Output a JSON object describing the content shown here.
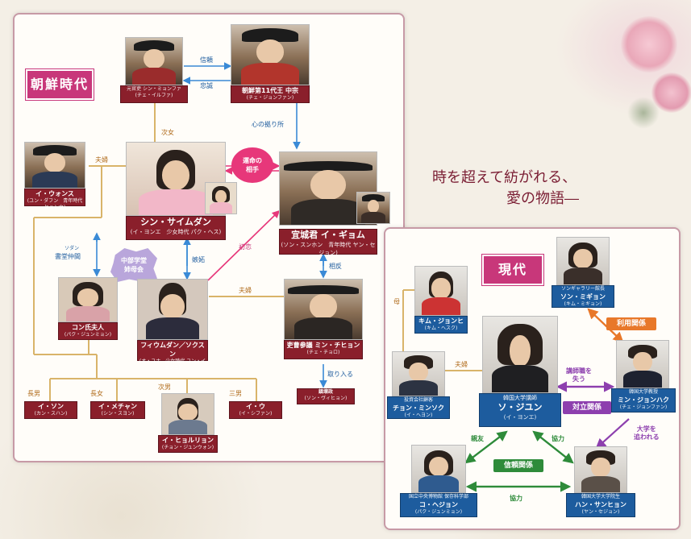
{
  "tagline": {
    "line1": "時を超えて紡がれる、",
    "line2": "愛の物語―"
  },
  "joseon": {
    "label": "朝鮮時代",
    "chars": {
      "shin_myonghwa": {
        "sub": "元官吏 シン・ミョンファ",
        "name": "(チェ・イルファ)"
      },
      "jungjong": {
        "sub": "朝鮮第11代王 中宗",
        "name": "(チェ・ジョンファン)"
      },
      "i_wonsu": {
        "name": "イ・ウォンス",
        "sub": "(ユン・ダフン　青年時代 ヒョンウ)"
      },
      "saimdang": {
        "name": "シン・サイムダン",
        "sub": "(イ・ヨンエ　少女時代 パク・ヘス)"
      },
      "gyeom": {
        "name": "宜城君 イ・ギョム",
        "sub": "(ソン・スンホン　青年時代 ヤン・セジョン)"
      },
      "kong": {
        "name": "コン氏夫人",
        "sub": "(パク・ジュンミョン)"
      },
      "fwiumdang": {
        "name": "フィウムダン／ソクスン",
        "sub": "(オ・ユナ　少女時代 ユン・イェジュ)"
      },
      "min": {
        "name": "吏曹参議 ミン・チヒョン",
        "sub": "(チェ・チョロ)"
      },
      "thugs": {
        "name": "鎮壌政",
        "sub": "(ソン・ヴィヒョン)"
      },
      "ison": {
        "name": "イ・ソン",
        "sub": "(カン・スハン)"
      },
      "imechan": {
        "name": "イ・メチャン",
        "sub": "(シン・スヨン)"
      },
      "ihyolyon": {
        "name": "イ・ヒョルリョン",
        "sub": "(チョン・ジュンウォン)"
      },
      "iu": {
        "name": "イ・ウ",
        "sub": "(イ・シファン)"
      }
    },
    "rels": {
      "trust": "信頼",
      "loyalty": "忠誠",
      "heart": "心の拠り所",
      "daughter2": "次女",
      "husband1": "夫婦",
      "destiny": [
        "運命の",
        "相手"
      ],
      "classmate_pre": "ソダン",
      "classmate": "書堂仲間",
      "club": [
        "中部学堂",
        "姉母会"
      ],
      "jealousy": "嫉妬",
      "firstlove": "初恋",
      "husband2": "夫婦",
      "conflict": "相反",
      "takein": "取り入る",
      "eldest_son": "長男",
      "eldest_daughter": "長女",
      "second_son": "次男",
      "third_son": "三男"
    }
  },
  "modern": {
    "label": "現代",
    "chars": {
      "kim": {
        "name": "キム・ジョンヒ",
        "sub": "(キム・ヘスク)"
      },
      "son": {
        "sub": "ソンギャラリー館長",
        "name": "ソン・ミギョン",
        "sub2": "(キム・ミギョン)"
      },
      "jiyun": {
        "sub": "韓国大学講師",
        "name": "ソ・ジユン",
        "sub2": "(イ・ヨンエ)"
      },
      "chon": {
        "sub": "投資会社顧客",
        "name": "チョン・ミンソク",
        "sub2": "(イ・ヘヨン)"
      },
      "minjh": {
        "sub": "韓国大学教授",
        "name": "ミン・ジョンハク",
        "sub2": "(チェ・ジョンファン)"
      },
      "ko": {
        "sub": "国立中央博物館 保存科学部",
        "name": "コ・ヘジョン",
        "sub2": "(パク・ジュンミョン)"
      },
      "han": {
        "sub": "韓国大学大学院生",
        "name": "ハン・サンヒョン",
        "sub2": "(ヤン・セジョン)"
      }
    },
    "rels": {
      "mother": "母",
      "husband": "夫婦",
      "use": "利用関係",
      "lost": [
        "講師職を",
        "失う"
      ],
      "oppose": "対立関係",
      "chase": [
        "大学を",
        "追われる"
      ],
      "friend": "親友",
      "coop": "協力",
      "trust": "信頼関係",
      "coop2": "協力"
    }
  },
  "colors": {
    "accent": "#c8377a",
    "name_red": "#8a1f2b",
    "name_blue": "#1d5c9e",
    "line_gold": "#d9b46a",
    "line_blue": "#3a8ad6"
  }
}
